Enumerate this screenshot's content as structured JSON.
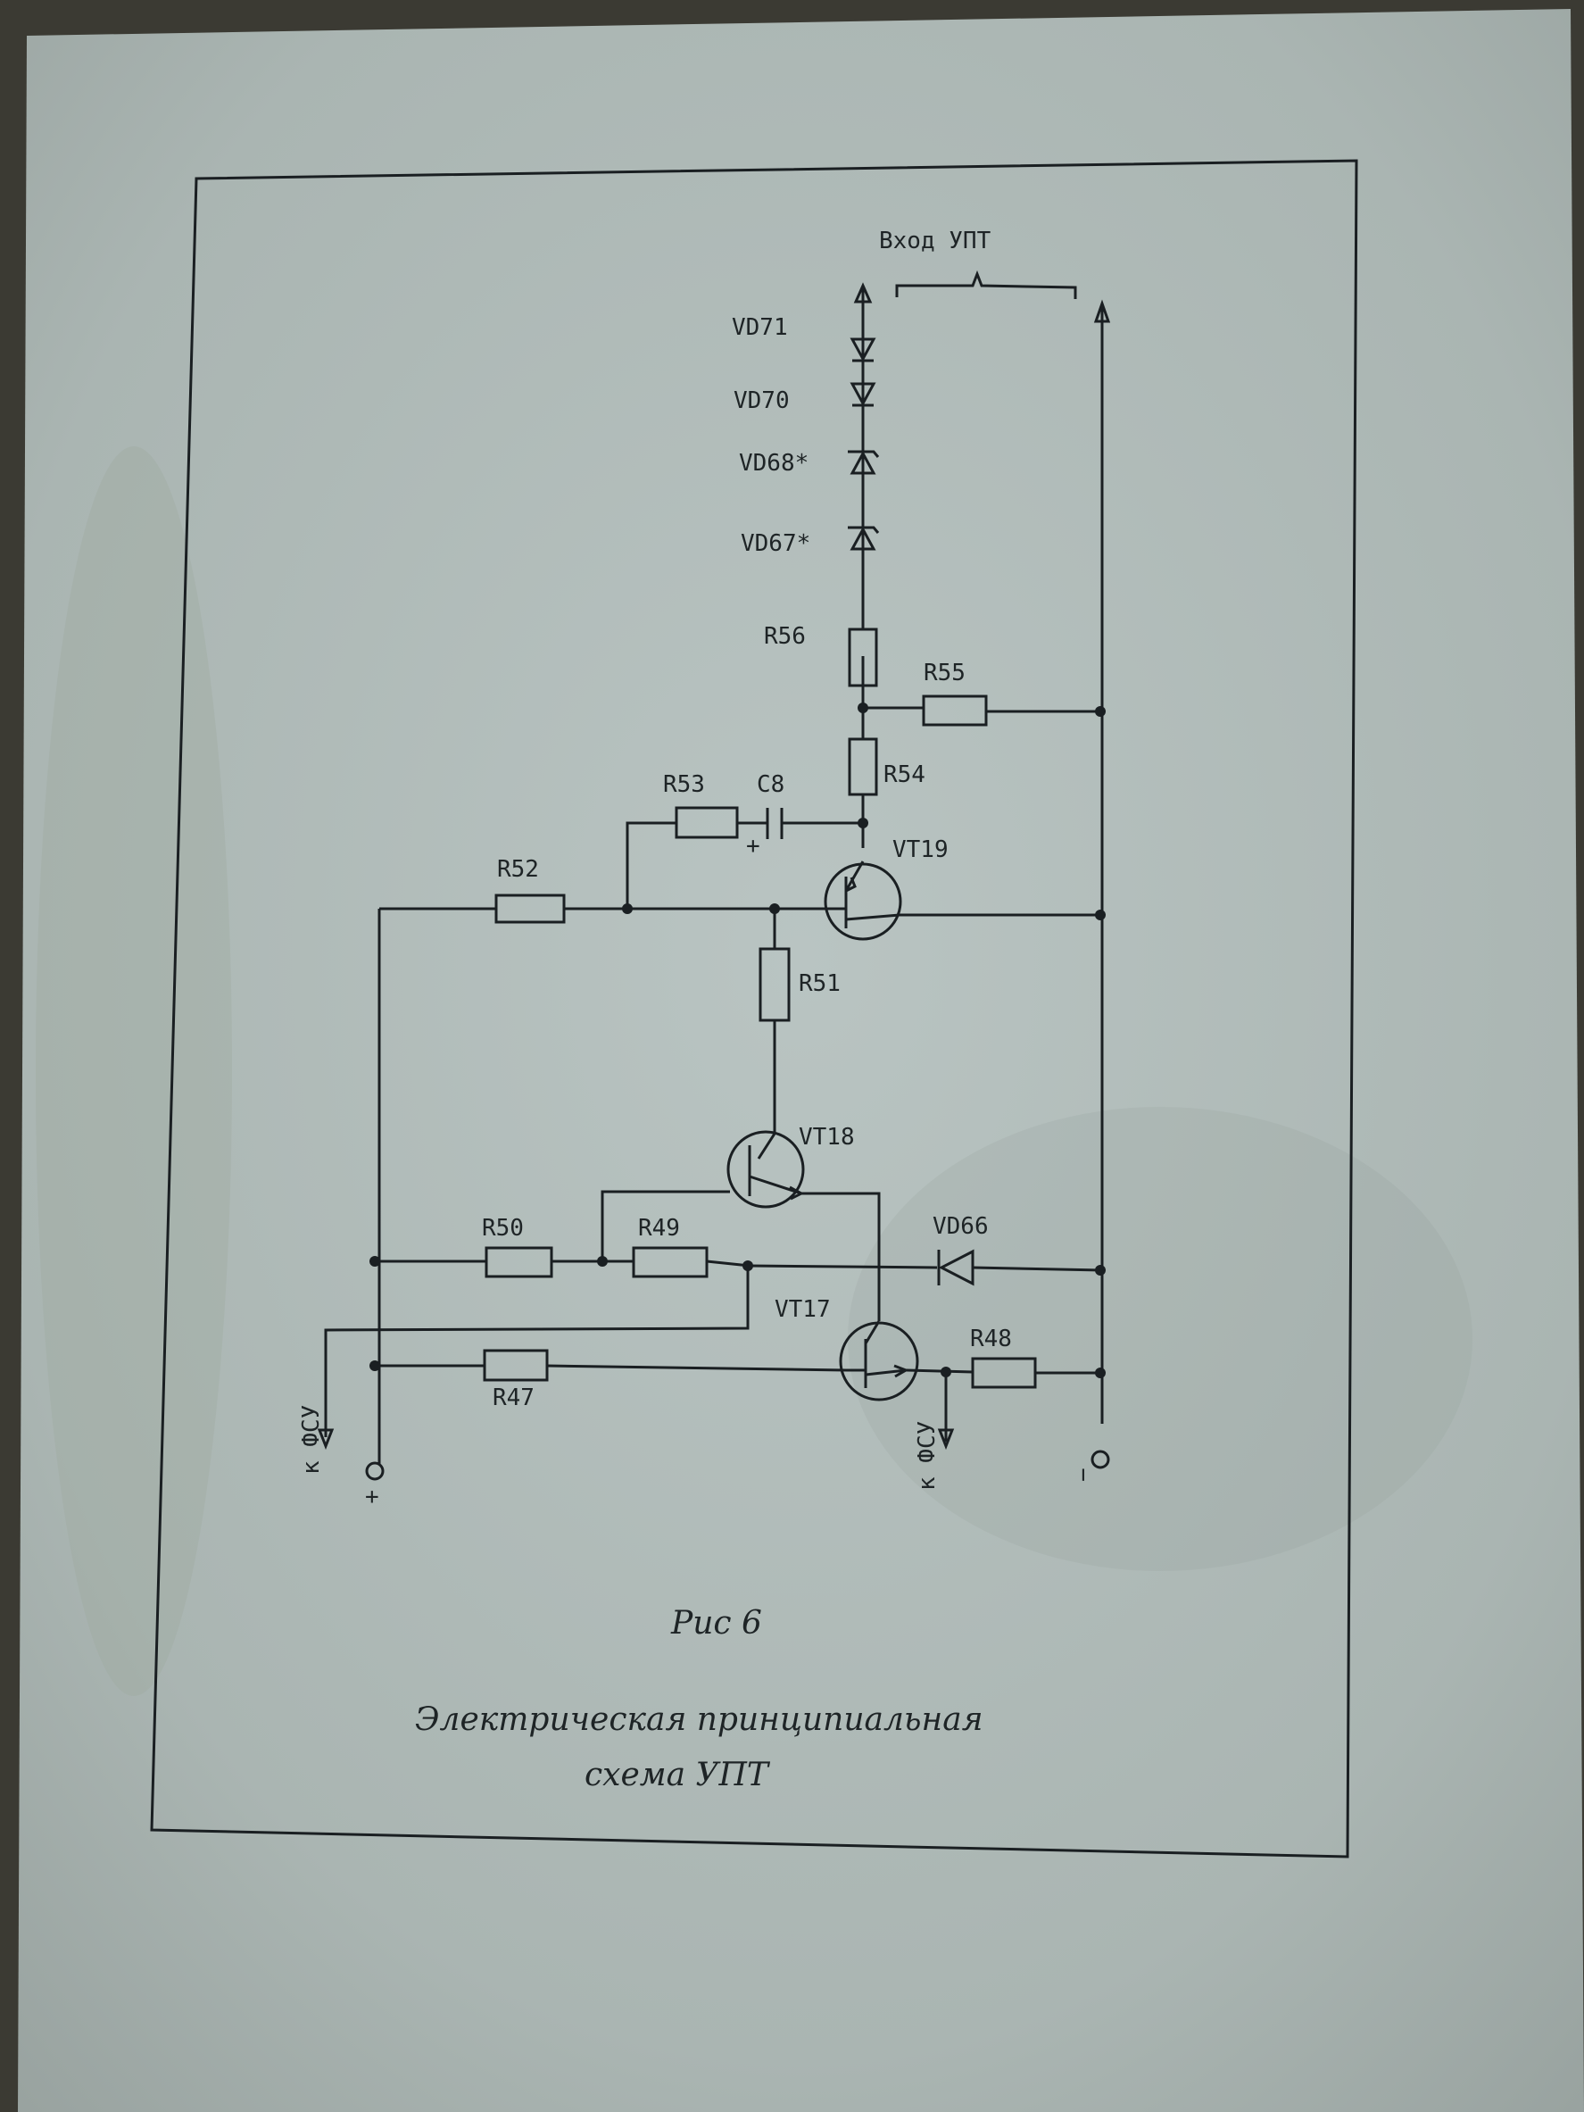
{
  "diagram": {
    "input_label": "Вход УПТ",
    "components": {
      "VD71": "VD71",
      "VD70": "VD70",
      "VD68": "VD68*",
      "VD67": "VD67*",
      "R56": "R56",
      "R55": "R55",
      "R54": "R54",
      "R53": "R53",
      "C8": "C8",
      "C8_polarity": "+",
      "VT19": "VT19",
      "R52": "R52",
      "R51": "R51",
      "VT18": "VT18",
      "R50": "R50",
      "R49": "R49",
      "VD66": "VD66",
      "VT17": "VT17",
      "R48": "R48",
      "R47": "R47"
    },
    "terminals": {
      "left_fsu": "к ФСУ",
      "right_fsu": "к ФСУ",
      "plus": "+",
      "minus": "−"
    }
  },
  "caption": {
    "figure": "Рис 6",
    "line1": "Электрическая принципиальная",
    "line2": "схема УПТ"
  }
}
